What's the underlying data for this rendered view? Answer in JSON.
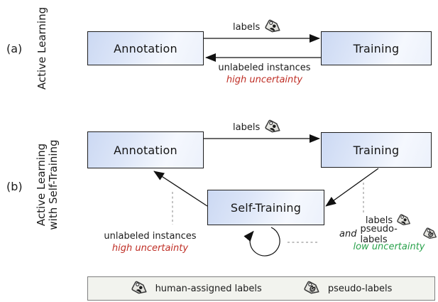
{
  "figure": {
    "panel_a": {
      "index": "(a)",
      "side_label": "Active Learning",
      "annotation_box": "Annotation",
      "training_box": "Training",
      "labels_arrow_text": "labels",
      "return_arrow_line1": "unlabeled instances",
      "return_arrow_line2": "high uncertainty"
    },
    "panel_b": {
      "index": "(b)",
      "side_label_line1": "Active Learning",
      "side_label_line2": "with Self-Training",
      "annotation_box": "Annotation",
      "training_box": "Training",
      "self_training_box": "Self-Training",
      "labels_arrow_text": "labels",
      "left_note_line1": "unlabeled instances",
      "left_note_line2": "high uncertainty",
      "right_note_line1": "labels",
      "right_note_and": "and",
      "right_note_line2": "pseudo-labels",
      "right_note_line3": "low uncertainty"
    },
    "legend": {
      "items": [
        {
          "icon": "human-label-tag-icon",
          "label": "human-assigned labels"
        },
        {
          "icon": "pseudo-label-tag-icon",
          "label": "pseudo-labels"
        }
      ]
    },
    "colors": {
      "high_uncertainty_red": "#bf2e25",
      "low_uncertainty_green": "#2aa24c",
      "box_fill_blue": "#ccd9f3",
      "box_border": "#1d1d1d",
      "legend_background": "#f2f3ee",
      "dashed_connector_gray": "#9b9b9b"
    }
  }
}
